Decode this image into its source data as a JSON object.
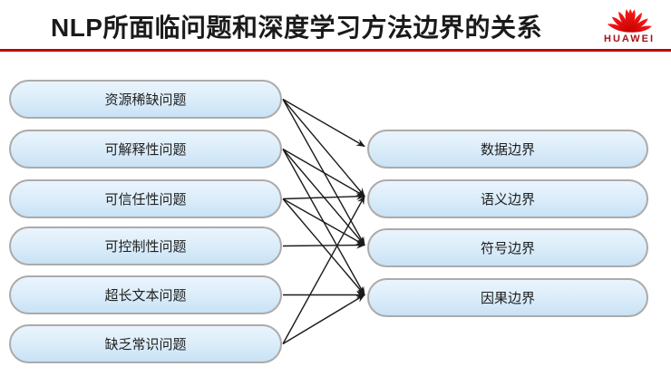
{
  "header": {
    "title": "NLP所面临问题和深度学习方法边界的关系",
    "brand": "HUAWEI"
  },
  "problems": {
    "items": [
      {
        "id": "resource-scarcity",
        "label": "资源稀缺问题"
      },
      {
        "id": "interpretability",
        "label": "可解释性问题"
      },
      {
        "id": "trustworthiness",
        "label": "可信任性问题"
      },
      {
        "id": "controllability",
        "label": "可控制性问题"
      },
      {
        "id": "long-text",
        "label": "超长文本问题"
      },
      {
        "id": "common-sense",
        "label": "缺乏常识问题"
      }
    ]
  },
  "boundaries": {
    "items": [
      {
        "id": "data-boundary",
        "label": "数据边界"
      },
      {
        "id": "semantic-boundary",
        "label": "语义边界"
      },
      {
        "id": "symbol-boundary",
        "label": "符号边界"
      },
      {
        "id": "causal-boundary",
        "label": "因果边界"
      }
    ]
  },
  "edges": [
    {
      "from": "resource-scarcity",
      "to": "data-boundary"
    },
    {
      "from": "resource-scarcity",
      "to": "semantic-boundary"
    },
    {
      "from": "resource-scarcity",
      "to": "symbol-boundary"
    },
    {
      "from": "interpretability",
      "to": "semantic-boundary"
    },
    {
      "from": "interpretability",
      "to": "symbol-boundary"
    },
    {
      "from": "interpretability",
      "to": "causal-boundary"
    },
    {
      "from": "trustworthiness",
      "to": "semantic-boundary"
    },
    {
      "from": "trustworthiness",
      "to": "symbol-boundary"
    },
    {
      "from": "trustworthiness",
      "to": "causal-boundary"
    },
    {
      "from": "controllability",
      "to": "symbol-boundary"
    },
    {
      "from": "long-text",
      "to": "causal-boundary"
    },
    {
      "from": "common-sense",
      "to": "semantic-boundary"
    },
    {
      "from": "common-sense",
      "to": "causal-boundary"
    }
  ],
  "colors": {
    "accent_red": "#c00000",
    "logo_red": "#e60012",
    "wordmark_red": "#a51218",
    "box_fill_top": "#eaf4fd",
    "box_fill_bottom": "#c9e2f5",
    "box_border": "#ababab",
    "arrow": "#1a1a1a"
  }
}
